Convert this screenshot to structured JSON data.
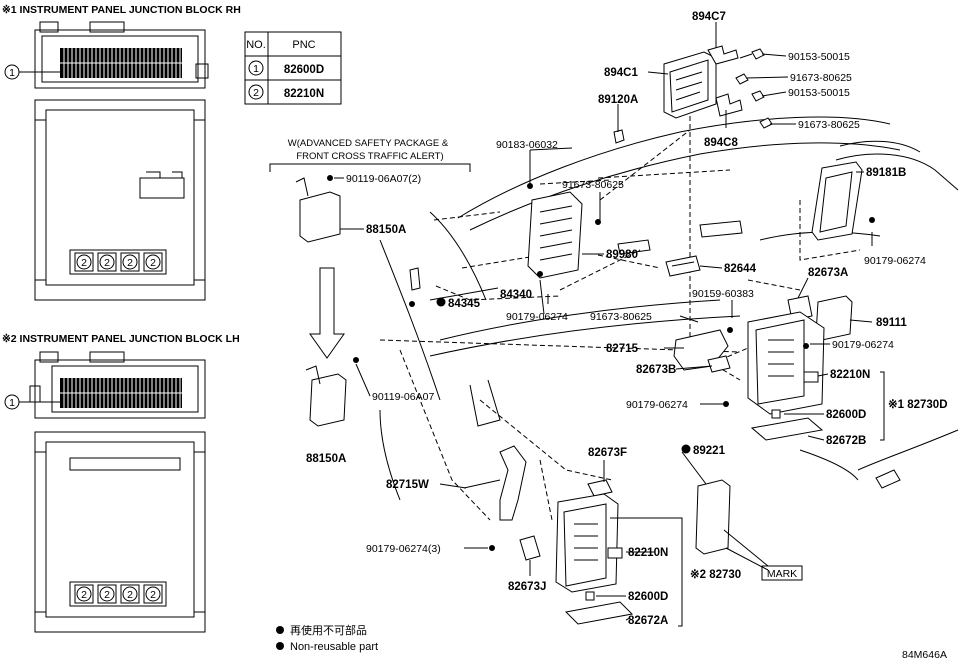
{
  "diagram": {
    "header_rh": "※1 INSTRUMENT PANEL JUNCTION BLOCK RH",
    "header_lh": "※2 INSTRUMENT PANEL JUNCTION BLOCK LH",
    "callout_1": "1",
    "callout_2": "2",
    "pnc_table": {
      "col_no": "NO.",
      "col_pnc": "PNC",
      "rows": [
        {
          "no": "1",
          "pnc": "82600D"
        },
        {
          "no": "2",
          "pnc": "82210N"
        }
      ]
    },
    "option_caption_line1": "W(ADVANCED SAFETY PACKAGE &",
    "option_caption_line2": "FRONT CROSS TRAFFIC ALERT)",
    "parts": {
      "p894c7": "894C7",
      "p894c1": "894C1",
      "p894c8": "894C8",
      "p89120a": "89120A",
      "p90153_a": "90153-50015",
      "p91673_a": "91673-80625",
      "p90153_b": "90153-50015",
      "p91673_b": "91673-80625",
      "p90183": "90183-06032",
      "p91673_c": "91673-80625",
      "p89181b": "89181B",
      "p90119_a": "90119-06A07(2)",
      "p88150a_top": "88150A",
      "p89980": "89980",
      "p82644": "82644",
      "p82673a": "82673A",
      "p90179_a": "90179-06274",
      "p90159": "90159-60383",
      "p84345": "84345",
      "p84340": "84340",
      "p90179_b": "90179-06274",
      "p91673_d": "91673-80625",
      "p89111": "89111",
      "p90179_c": "90179-06274",
      "p82715": "82715",
      "p82673b": "82673B",
      "p82210n_rh": "82210N",
      "p90119_b": "90119-06A07",
      "p90179_d": "90179-06274",
      "p82600d_rh": "82600D",
      "p82730d": "※1 82730D",
      "p82672b": "82672B",
      "p88150a_bot": "88150A",
      "p82673f": "82673F",
      "p89221": "89221",
      "p82715w": "82715W",
      "p90179_e": "90179-06274(3)",
      "p82210n_lh": "82210N",
      "p82730": "※2 82730",
      "p82673j": "82673J",
      "p82600d_lh": "82600D",
      "p82672a": "82672A",
      "mark": "MARK"
    },
    "legend_jp": "再使用不可部品",
    "legend_en": "Non-reusable part",
    "figure_code": "84M646A"
  }
}
